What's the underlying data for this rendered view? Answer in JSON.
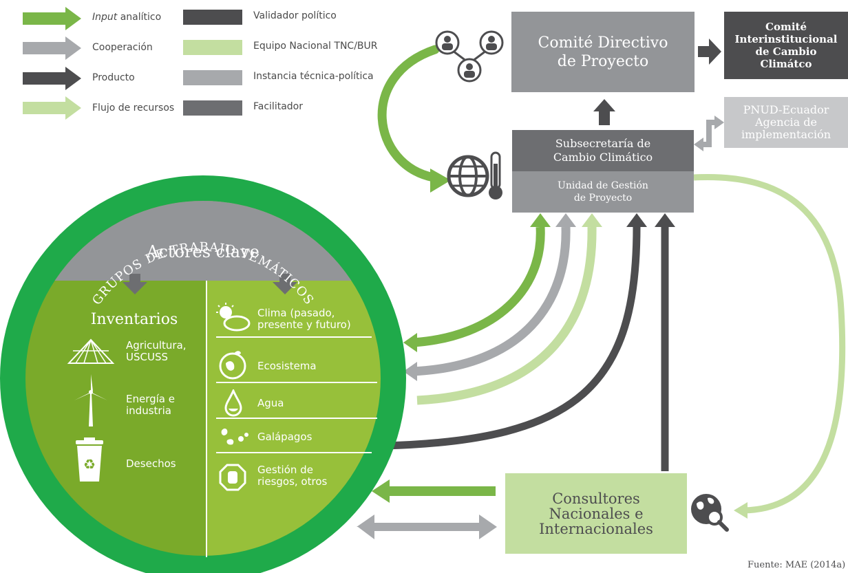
{
  "legend": {
    "arrows": [
      {
        "label_em": "Input",
        "label_rest": " analítico",
        "color": "#7ab648"
      },
      {
        "label_em": "",
        "label_rest": "Cooperación",
        "color": "#a7a9ac"
      },
      {
        "label_em": "",
        "label_rest": "Producto",
        "color": "#4d4d4f"
      },
      {
        "label_em": "",
        "label_rest": "Flujo de recursos",
        "color": "#c3dea0"
      }
    ],
    "boxes": [
      {
        "label": "Validador político",
        "color": "#4d4d4f"
      },
      {
        "label": "Equipo Nacional TNC/BUR",
        "color": "#c3dea0"
      },
      {
        "label": "Instancia técnica-política",
        "color": "#a7a9ac"
      },
      {
        "label": "Facilitador",
        "color": "#6d6e71"
      }
    ]
  },
  "comite_directivo": {
    "line1": "Comité Directivo",
    "line2": "de Proyecto"
  },
  "comite_inter": {
    "line1": "Comité",
    "line2": "Interinstitucional",
    "line3": "de Cambio",
    "line4": "Climátco"
  },
  "pnud": {
    "line1": "PNUD-Ecuador",
    "line2": "Agencia de",
    "line3": "implementación"
  },
  "subsecretaria": {
    "line1": "Subsecretaría de",
    "line2": "Cambio Climático",
    "sub1": "Unidad de Gestión",
    "sub2": "de Proyecto"
  },
  "circle": {
    "arc_title": "GRUPOS DE TRABAJO TEMÁTICOS",
    "actores": "Actores clave",
    "inventarios": "Inventarios",
    "left_items": [
      {
        "line1": "Agricultura,",
        "line2": "USCUSS",
        "icon": "field-icon"
      },
      {
        "line1": "Energía e",
        "line2": "industria",
        "icon": "wind-turbine-icon"
      },
      {
        "line1": "Desechos",
        "line2": "",
        "icon": "recycle-bin-icon"
      }
    ],
    "right_items": [
      {
        "line1": "Clima (pasado,",
        "line2": "presente y futuro)",
        "icon": "weather-icon"
      },
      {
        "line1": "Ecosistema",
        "line2": "",
        "icon": "globe-leaf-icon"
      },
      {
        "line1": "Agua",
        "line2": "",
        "icon": "water-drop-icon"
      },
      {
        "line1": "Galápagos",
        "line2": "",
        "icon": "islands-icon"
      },
      {
        "line1": "Gestión de",
        "line2": "riesgos, otros",
        "icon": "hand-stop-icon"
      }
    ]
  },
  "consultores": {
    "line1": "Consultores",
    "line2": "Nacionales e",
    "line3": "Internacionales"
  },
  "source": "Fuente: MAE (2014a)",
  "colors": {
    "green_input": "#7ab648",
    "gray_coop": "#a7a9ac",
    "dark_product": "#4d4d4f",
    "light_flow": "#c3dea0",
    "circle_ring": "#1faa4a",
    "left_panel": "#7aaa2a",
    "right_panel": "#97c03a"
  }
}
